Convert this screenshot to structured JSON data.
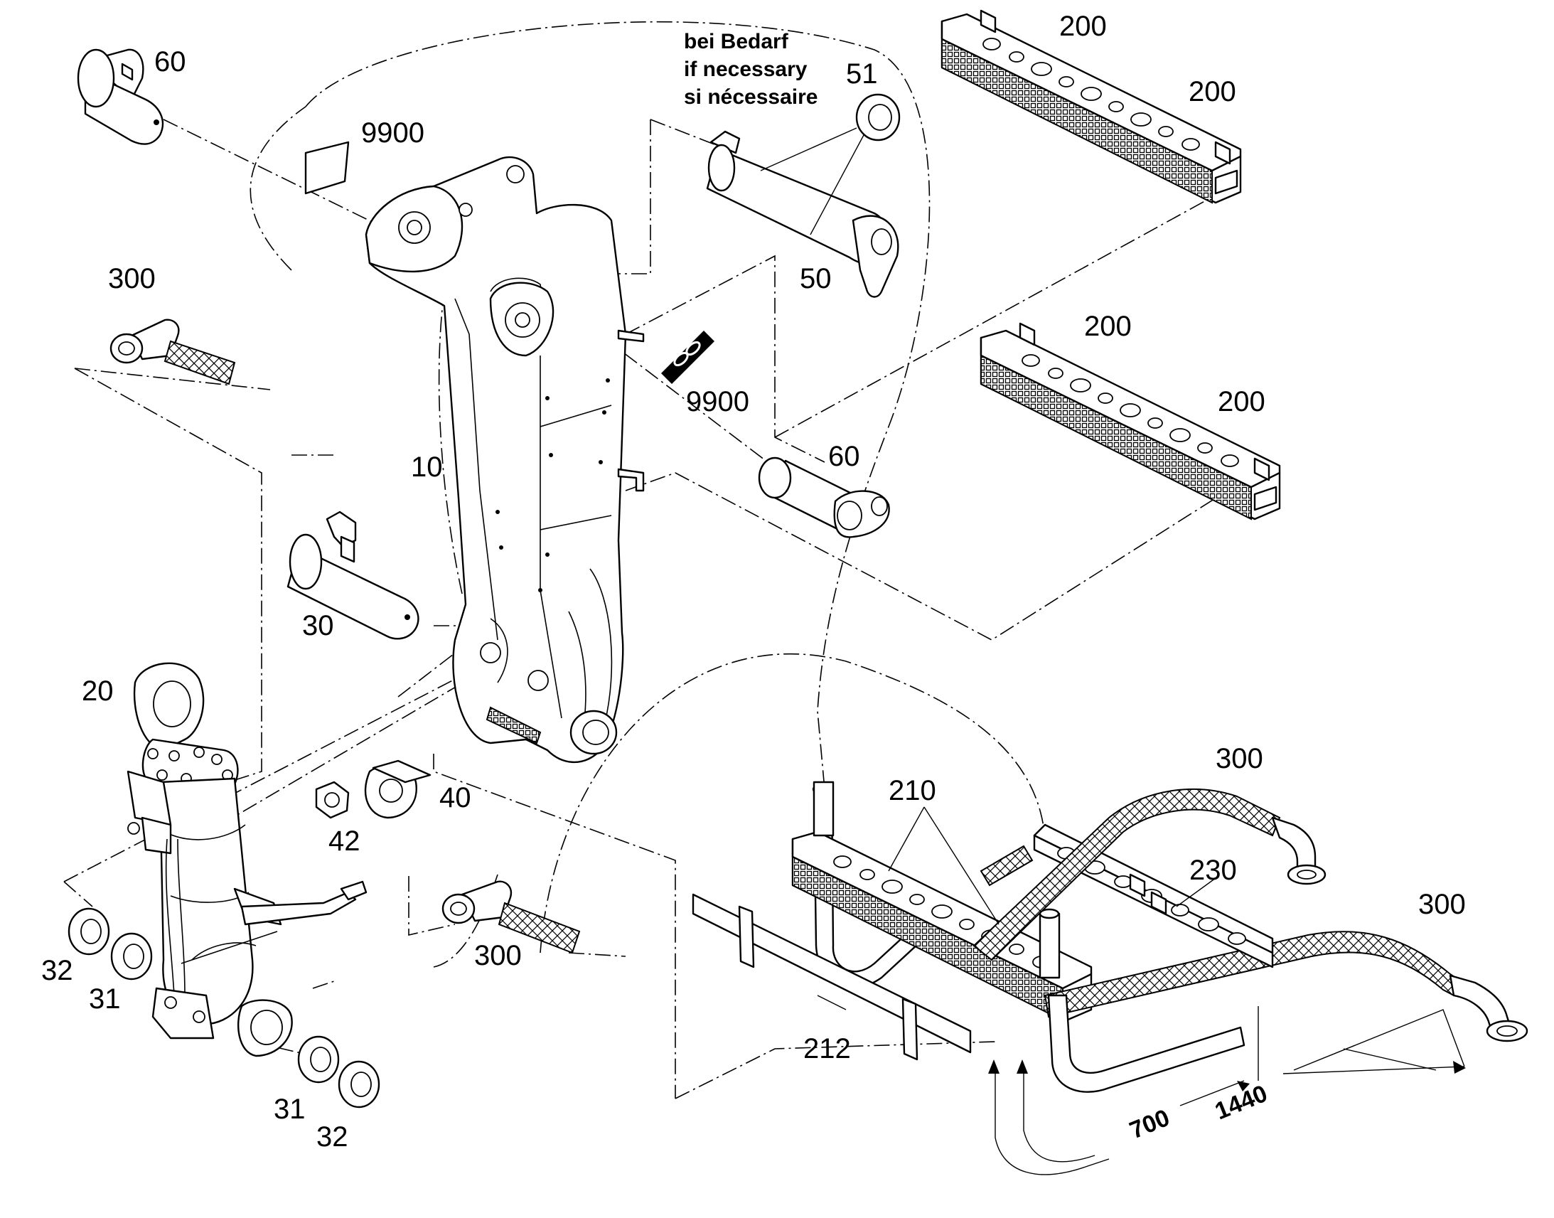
{
  "note": {
    "line1": "bei Bedarf",
    "line2": "if necessary",
    "line3": "si nécessaire"
  },
  "labels": {
    "p60a": "60",
    "p9900a": "9900",
    "p51": "51",
    "p50": "50",
    "p200a": "200",
    "p200b": "200",
    "p200c": "200",
    "p200d": "200",
    "p300a": "300",
    "p9900b": "9900",
    "p60b": "60",
    "p10": "10",
    "p30": "30",
    "p20": "20",
    "p40": "40",
    "p42": "42",
    "p300b": "300",
    "p300c": "300",
    "p300d": "300",
    "p210": "210",
    "p230": "230",
    "p212": "212",
    "p32a": "32",
    "p31a": "31",
    "p31b": "31",
    "p32b": "32"
  },
  "dimensions": {
    "d700": "700",
    "d1440": "1440"
  }
}
